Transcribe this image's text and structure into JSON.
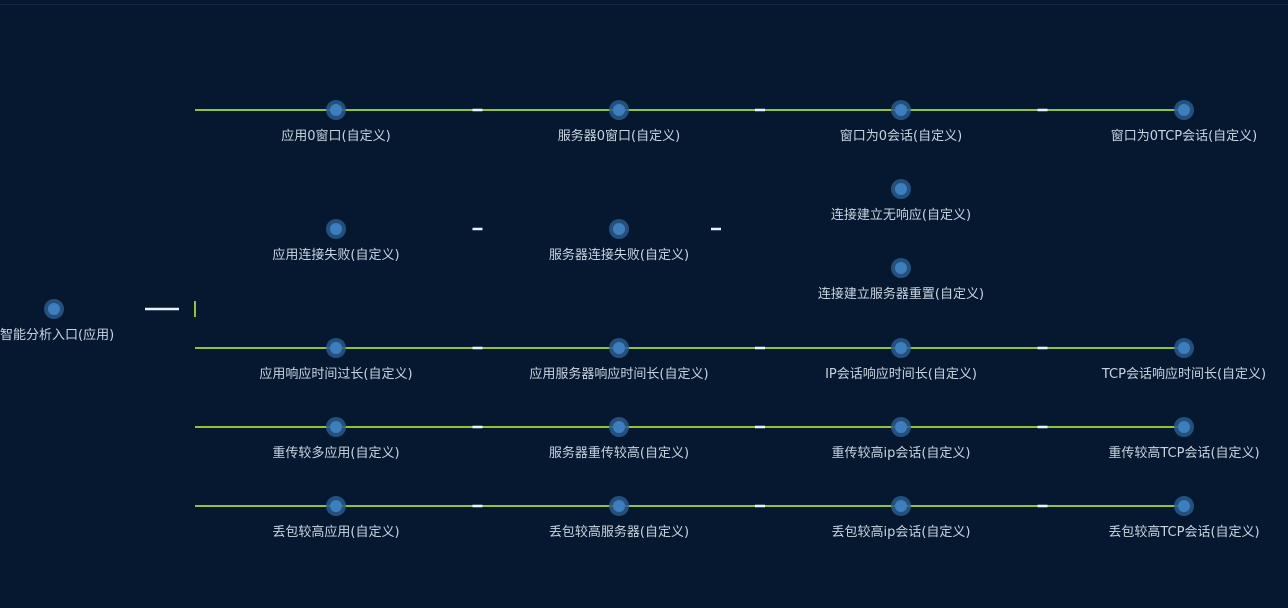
{
  "diagram": {
    "root": {
      "label": "智能分析入口(应用)"
    },
    "branches": [
      {
        "nodes": [
          "应用0窗口(自定义)",
          "服务器0窗口(自定义)",
          "窗口为0会话(自定义)",
          "窗口为0TCP会话(自定义)"
        ]
      },
      {
        "nodes": [
          "应用连接失败(自定义)",
          "服务器连接失败(自定义)"
        ],
        "sub": [
          "连接建立无响应(自定义)",
          "连接建立服务器重置(自定义)"
        ]
      },
      {
        "nodes": [
          "应用响应时间过长(自定义)",
          "应用服务器响应时间长(自定义)",
          "IP会话响应时间长(自定义)",
          "TCP会话响应时间长(自定义)"
        ]
      },
      {
        "nodes": [
          "重传较多应用(自定义)",
          "服务器重传较高(自定义)",
          "重传较高ip会话(自定义)",
          "重传较高TCP会话(自定义)"
        ]
      },
      {
        "nodes": [
          "丢包较高应用(自定义)",
          "丢包较高服务器(自定义)",
          "丢包较高ip会话(自定义)",
          "丢包较高TCP会话(自定义)"
        ]
      }
    ]
  },
  "colors": {
    "line": "#8fc43a",
    "node": "#3d7fbe",
    "background": "#061830",
    "label": "#c9d4e0"
  }
}
